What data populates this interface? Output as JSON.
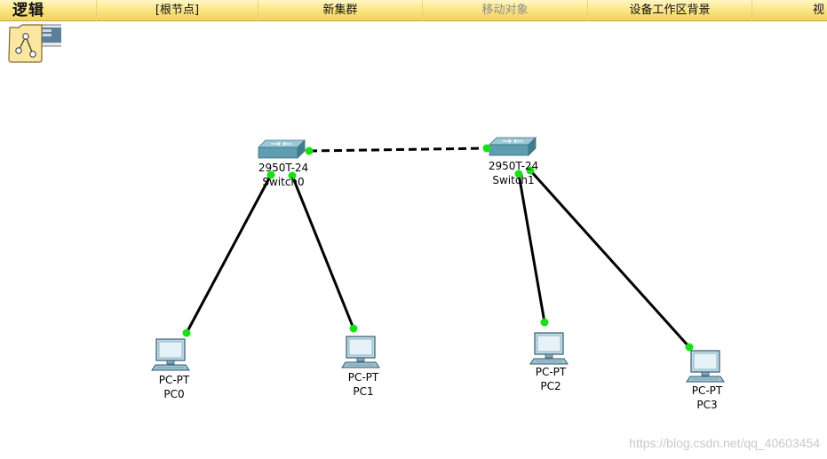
{
  "toolbar": {
    "title": "逻辑",
    "items": [
      {
        "label": "[根节点]",
        "enabled": true
      },
      {
        "label": "新集群",
        "enabled": true
      },
      {
        "label": "移动对象",
        "enabled": false
      },
      {
        "label": "设备工作区背景",
        "enabled": true
      },
      {
        "label": "视",
        "enabled": true
      }
    ]
  },
  "icons": {
    "logical_badge": "logical-topology-icon",
    "switch": "switch-icon",
    "pc": "pc-icon"
  },
  "colors": {
    "toolbar_accent": "#f2d35a",
    "link_up": "#17e017",
    "cable": "#000000",
    "switch_body": "#5f9db0"
  },
  "devices": {
    "switch0": {
      "model": "2950T-24",
      "name": "Switch0"
    },
    "switch1": {
      "model": "2950T-24",
      "name": "Switch1"
    },
    "pc0": {
      "model": "PC-PT",
      "name": "PC0"
    },
    "pc1": {
      "model": "PC-PT",
      "name": "PC1"
    },
    "pc2": {
      "model": "PC-PT",
      "name": "PC2"
    },
    "pc3": {
      "model": "PC-PT",
      "name": "PC3"
    }
  },
  "links": [
    {
      "from": "Switch0",
      "to": "Switch1",
      "style": "dashed"
    },
    {
      "from": "Switch0",
      "to": "PC0",
      "style": "solid"
    },
    {
      "from": "Switch0",
      "to": "PC1",
      "style": "solid"
    },
    {
      "from": "Switch1",
      "to": "PC2",
      "style": "solid"
    },
    {
      "from": "Switch1",
      "to": "PC3",
      "style": "solid"
    }
  ],
  "watermark": "https://blog.csdn.net/qq_40603454"
}
